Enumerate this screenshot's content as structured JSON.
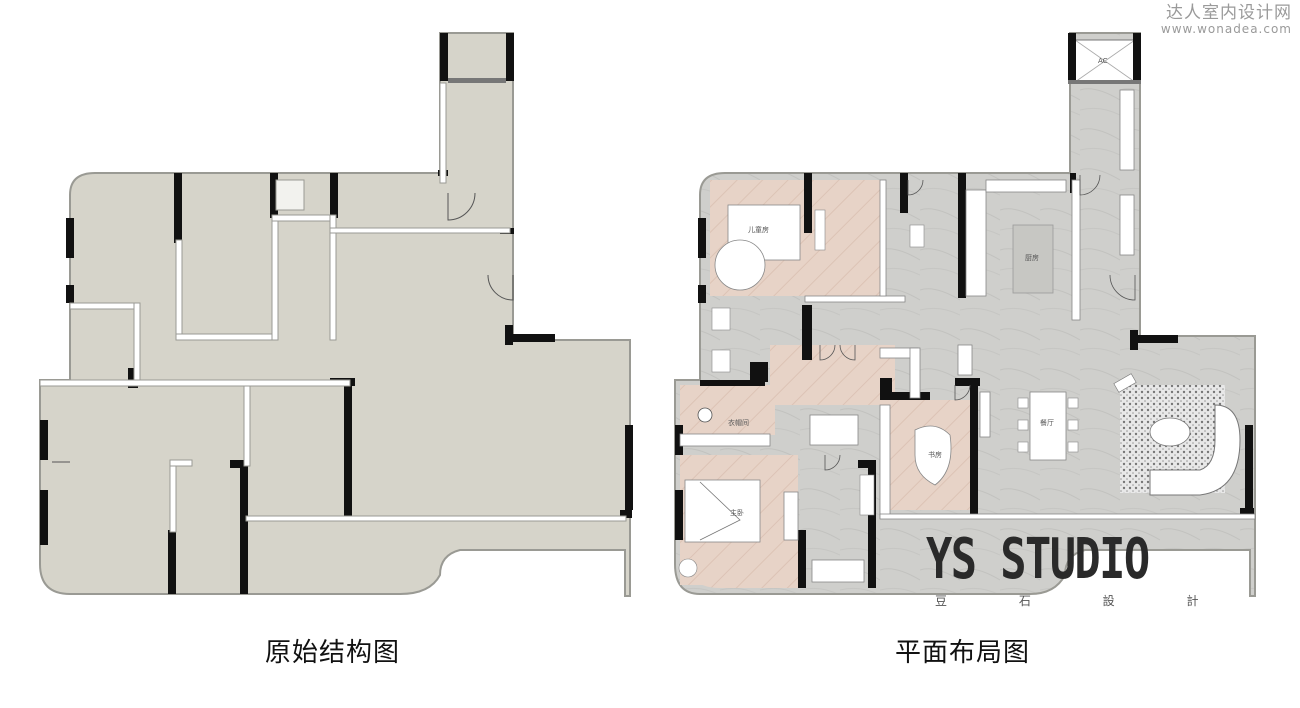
{
  "watermark": {
    "title": "达人室内设计网",
    "url": "www.wonadea.com"
  },
  "captions": {
    "left": "原始结构图",
    "right": "平面布局图"
  },
  "brand": {
    "name": "YS STUDIO",
    "sub": "豆 石 設 計"
  },
  "rooms": {
    "kitchen": "厨房",
    "dining": "餐厅",
    "study": "书房",
    "master": "主卧",
    "elder": "儿童房",
    "cloak": "衣帽间",
    "ac": "AC"
  },
  "colors": {
    "plan_fill": "#d6d4ca",
    "wall": "#111111",
    "floor_grey": "#cfcfcc",
    "wood": "#e7d3c7"
  }
}
